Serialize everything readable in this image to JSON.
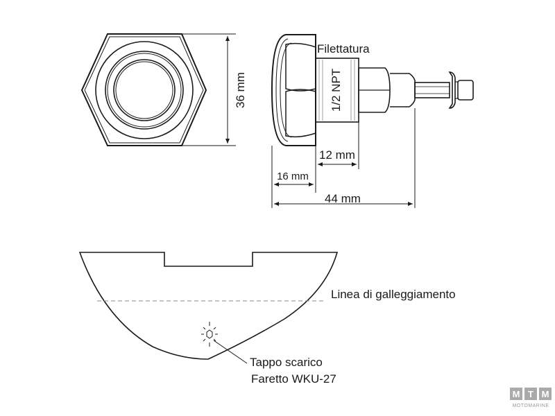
{
  "top_view": {
    "dimension_label": "36 mm"
  },
  "side_view": {
    "thread_title": "Filettatura",
    "thread_spec": "1/2 NPT",
    "dim_12": "12 mm",
    "dim_16": "16 mm",
    "dim_44": "44 mm"
  },
  "hull_view": {
    "waterline_label": "Linea di galleggiamento",
    "plug_label": "Tappo scarico",
    "light_label": "Faretto WKU-27"
  },
  "logo": {
    "letters": [
      "M",
      "T",
      "M"
    ],
    "subtitle": "MOTOMARINE"
  }
}
